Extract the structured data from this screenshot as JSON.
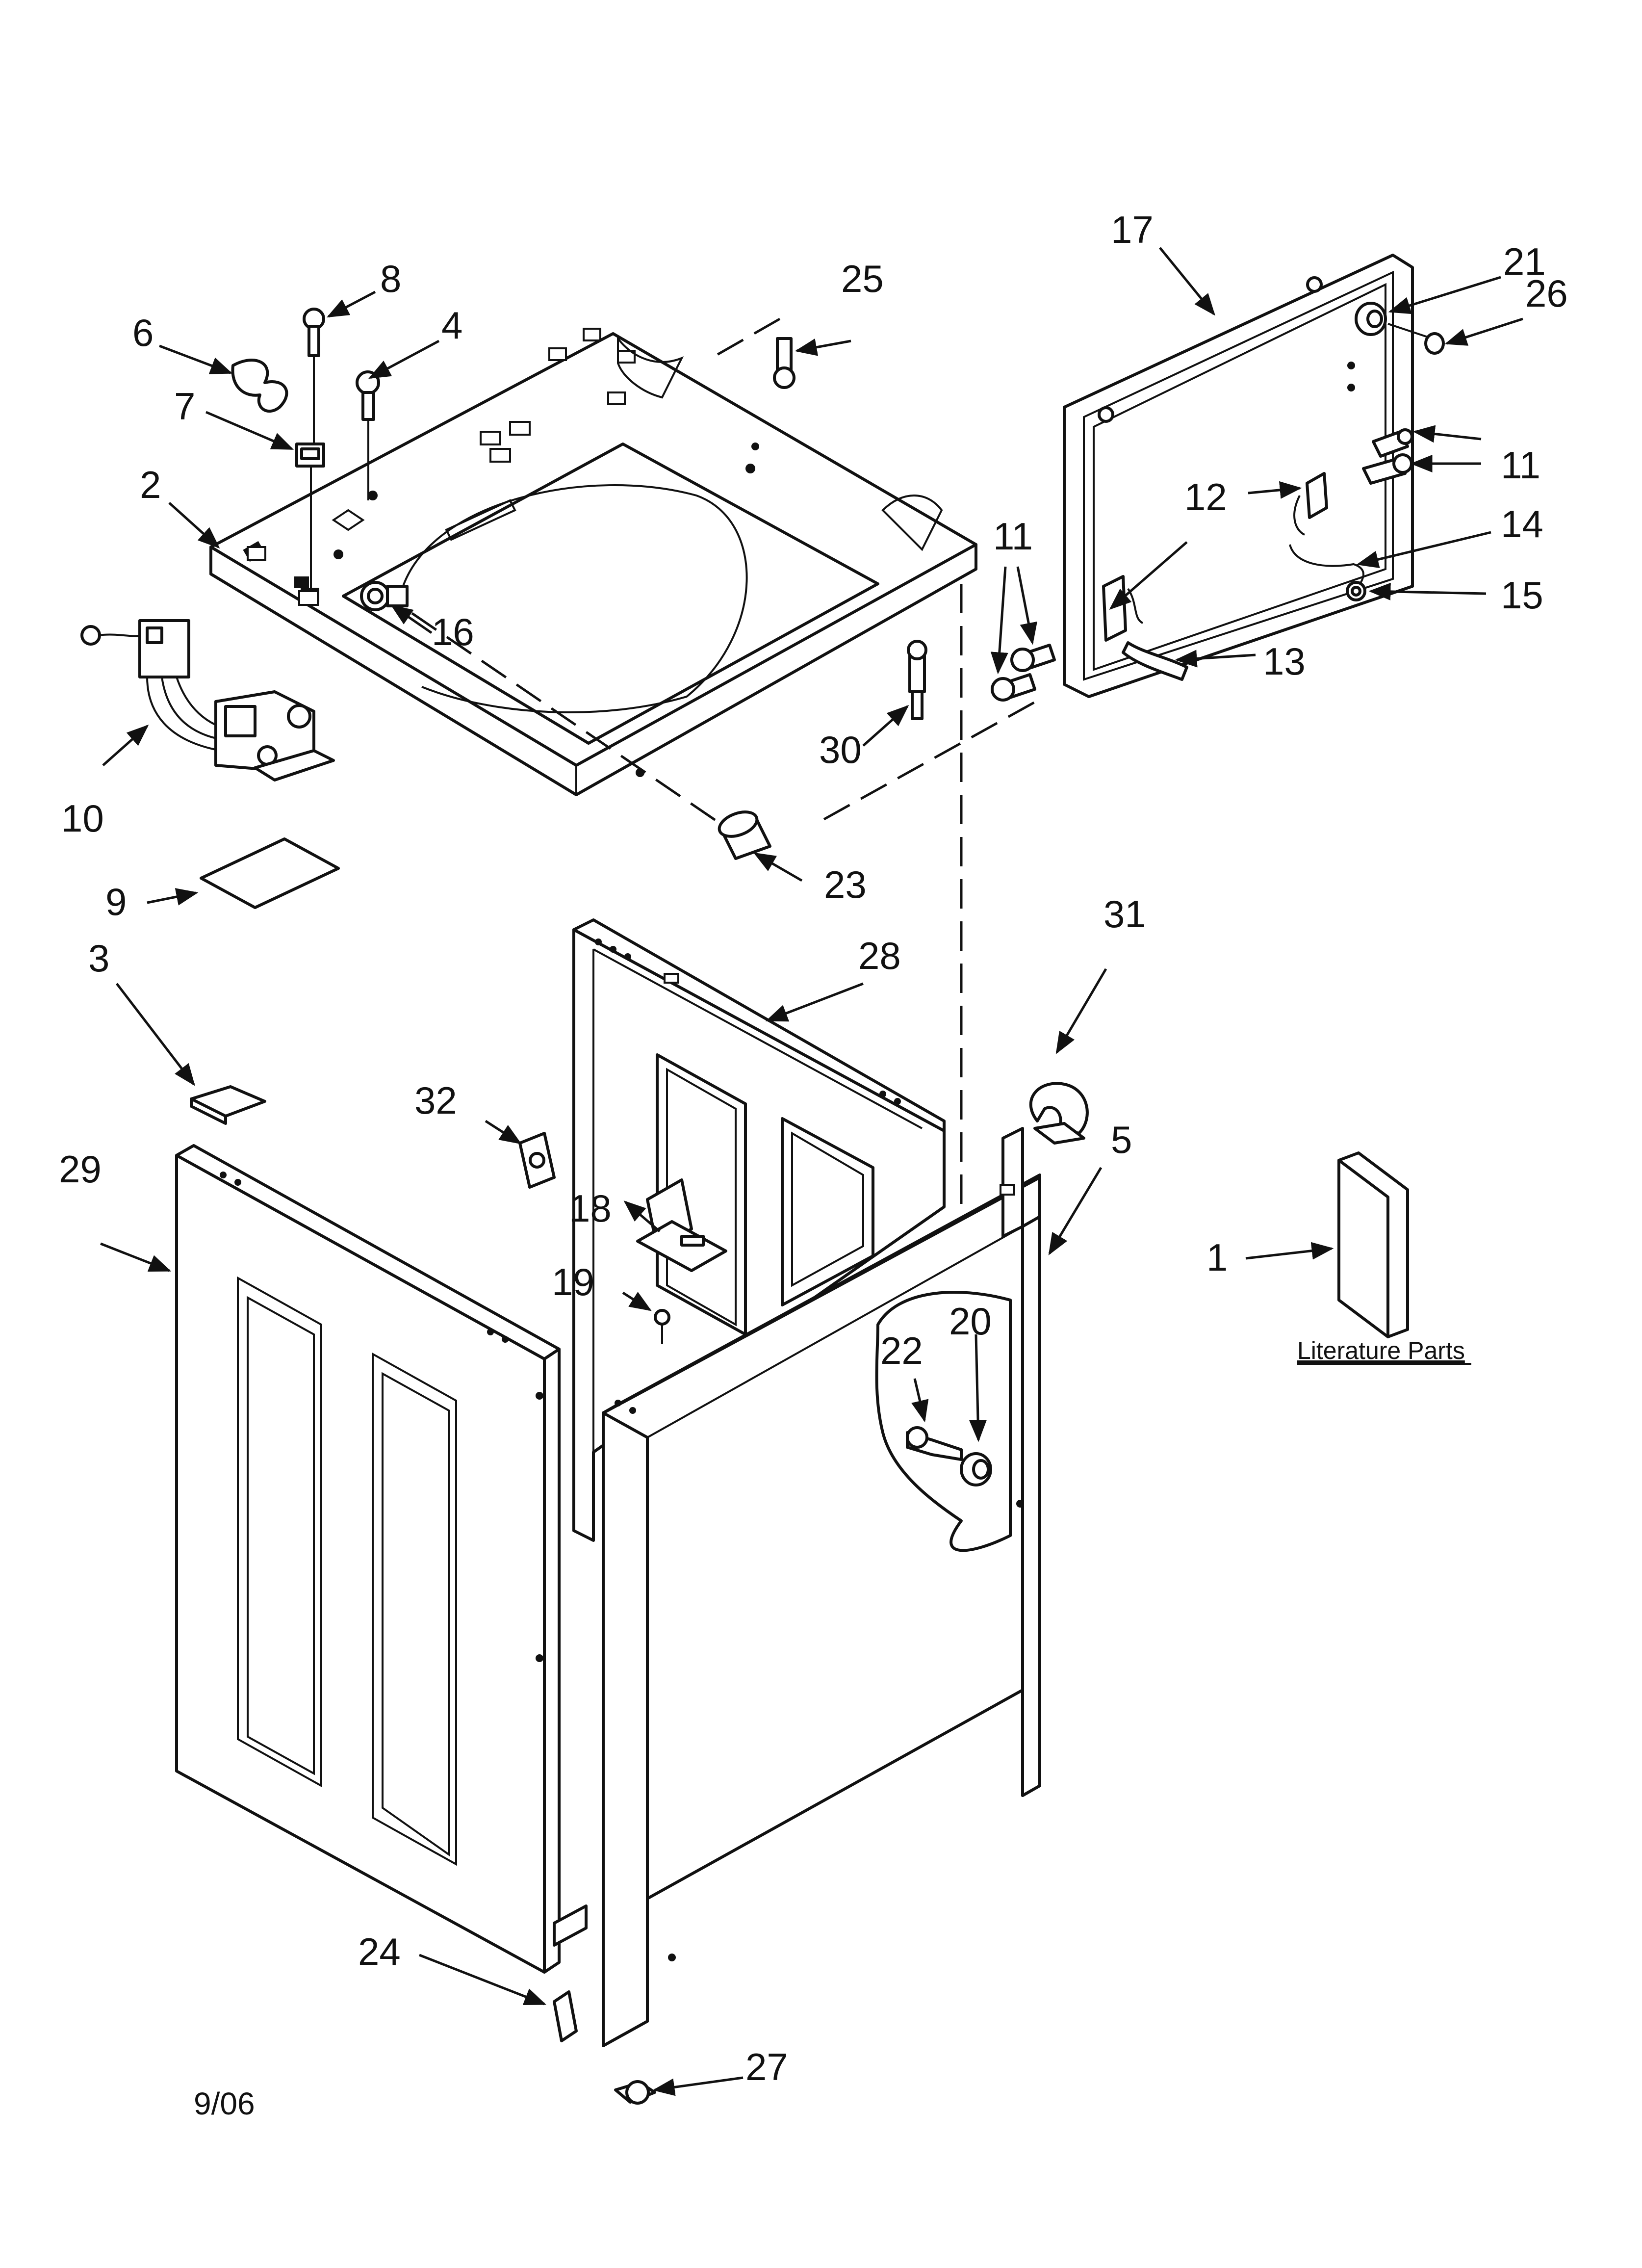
{
  "diagram": {
    "literature_label": "Literature Parts",
    "date_code": "9/06",
    "callouts": [
      {
        "id": "1",
        "label": "1"
      },
      {
        "id": "2",
        "label": "2"
      },
      {
        "id": "3",
        "label": "3"
      },
      {
        "id": "4",
        "label": "4"
      },
      {
        "id": "5",
        "label": "5"
      },
      {
        "id": "6",
        "label": "6"
      },
      {
        "id": "7",
        "label": "7"
      },
      {
        "id": "8",
        "label": "8"
      },
      {
        "id": "9",
        "label": "9"
      },
      {
        "id": "10",
        "label": "10"
      },
      {
        "id": "11a",
        "label": "11"
      },
      {
        "id": "11b",
        "label": "11"
      },
      {
        "id": "12",
        "label": "12"
      },
      {
        "id": "13",
        "label": "13"
      },
      {
        "id": "14",
        "label": "14"
      },
      {
        "id": "15",
        "label": "15"
      },
      {
        "id": "16",
        "label": "16"
      },
      {
        "id": "17",
        "label": "17"
      },
      {
        "id": "18",
        "label": "18"
      },
      {
        "id": "19",
        "label": "19"
      },
      {
        "id": "20",
        "label": "20"
      },
      {
        "id": "21",
        "label": "21"
      },
      {
        "id": "22",
        "label": "22"
      },
      {
        "id": "23",
        "label": "23"
      },
      {
        "id": "24",
        "label": "24"
      },
      {
        "id": "25",
        "label": "25"
      },
      {
        "id": "26",
        "label": "26"
      },
      {
        "id": "27",
        "label": "27"
      },
      {
        "id": "28",
        "label": "28"
      },
      {
        "id": "29",
        "label": "29"
      },
      {
        "id": "30",
        "label": "30"
      },
      {
        "id": "31",
        "label": "31"
      },
      {
        "id": "32",
        "label": "32"
      }
    ]
  }
}
